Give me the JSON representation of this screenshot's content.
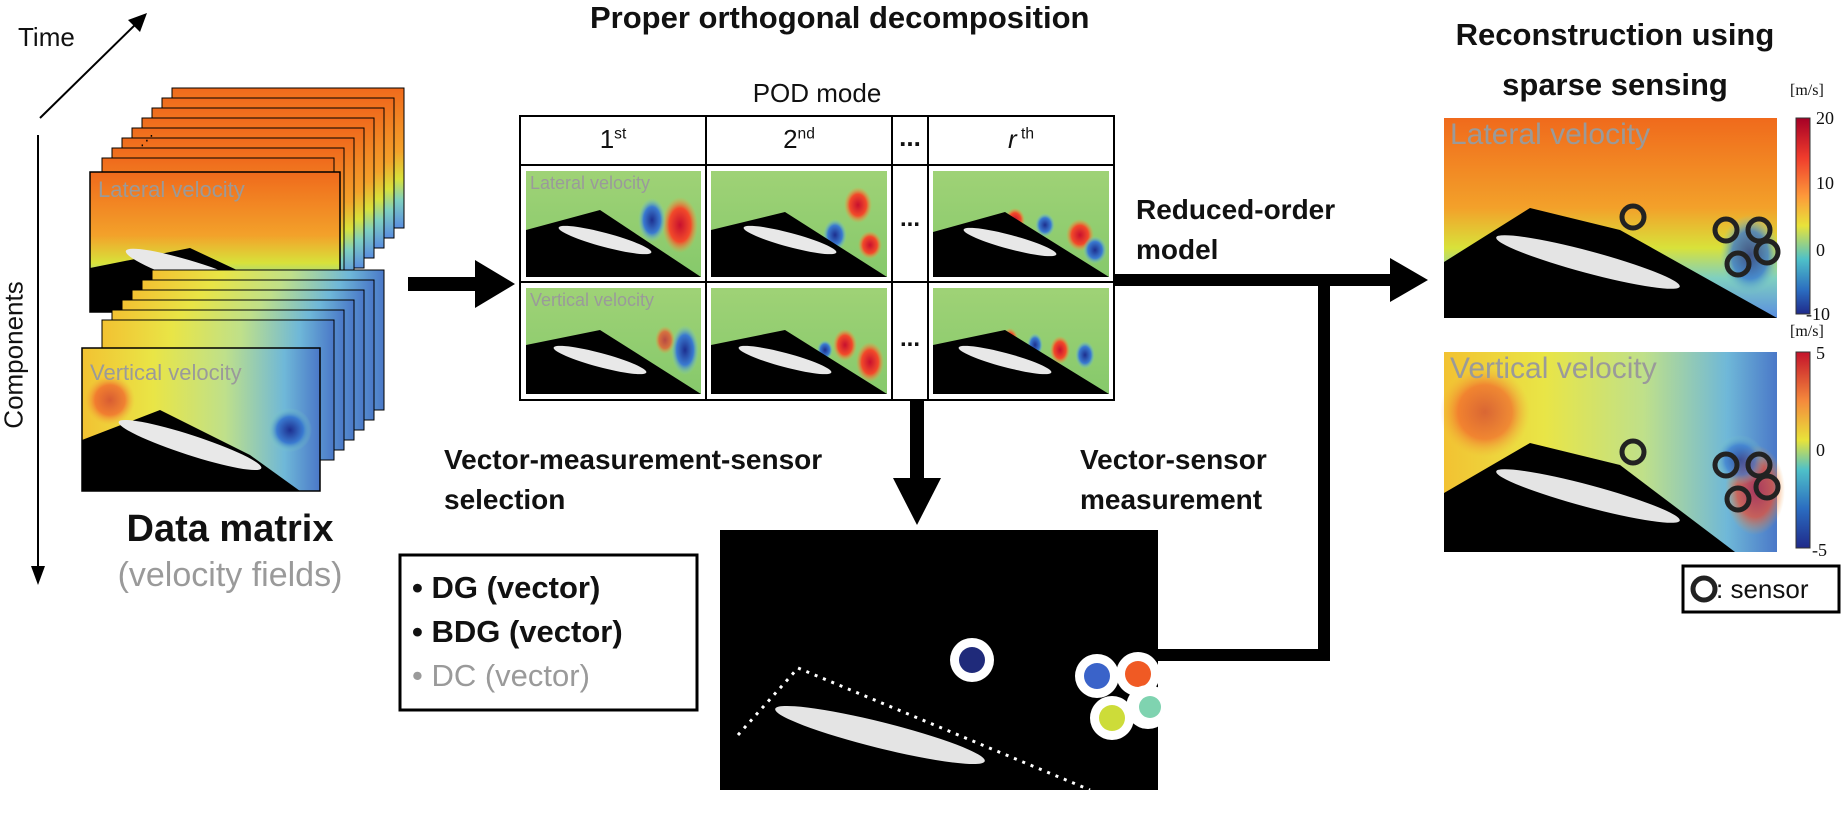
{
  "axes": {
    "time": "Time",
    "components": "Components"
  },
  "data_matrix": {
    "title": "Data matrix",
    "subtitle": "(velocity fields)",
    "lateral_label": "Lateral velocity",
    "vertical_label": "Vertical velocity"
  },
  "pod": {
    "title": "Proper orthogonal decomposition",
    "mode_label": "POD mode",
    "headers": [
      {
        "main": "1",
        "sup": "st"
      },
      {
        "main": "2",
        "sup": "nd"
      },
      {
        "main": "r",
        "sup": " th"
      }
    ],
    "ellipsis": "...",
    "row_labels": [
      "Lateral velocity",
      "Vertical velocity"
    ]
  },
  "rom": {
    "line1": "Reduced-order",
    "line2": "model"
  },
  "selection": {
    "line1": "Vector-measurement-sensor",
    "line2": "selection",
    "methods": [
      {
        "label": "DG (vector)",
        "emphasis": true
      },
      {
        "label": "BDG (vector)",
        "emphasis": true
      },
      {
        "label": "DC (vector)",
        "emphasis": false
      }
    ]
  },
  "measurement": {
    "line1": "Vector-sensor",
    "line2": "measurement"
  },
  "reconstruction": {
    "line1": "Reconstruction using",
    "line2": "sparse sensing",
    "lateral": {
      "label": "Lateral velocity",
      "unit": "[m/s]",
      "ticks": [
        "20",
        "10",
        "0",
        "-10"
      ]
    },
    "vertical": {
      "label": "Vertical velocity",
      "unit": "[m/s]",
      "ticks": [
        "5",
        "0",
        "-5"
      ]
    },
    "legend": ": sensor"
  },
  "colors": {
    "sensor_dark": "#1f2a7a",
    "sensor_blue": "#3a63c9",
    "sensor_orange": "#f05a24",
    "sensor_yellow": "#cddc39",
    "sensor_teal": "#7fd3b0"
  }
}
